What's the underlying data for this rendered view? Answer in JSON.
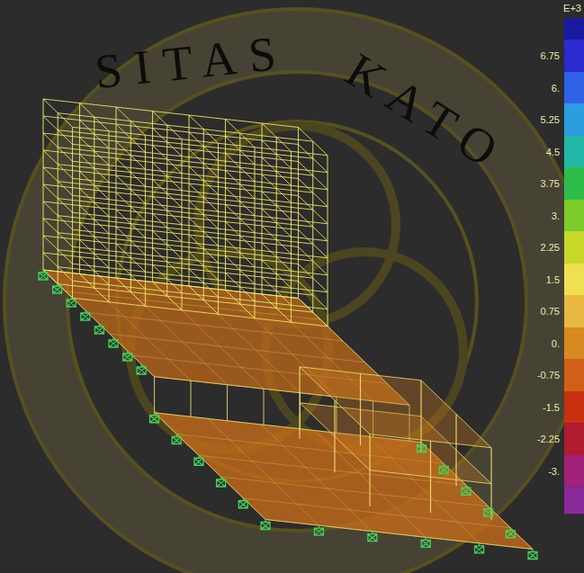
{
  "diagram": {
    "labels": [
      "E+3",
      "SITAS",
      "KATO"
    ],
    "legend": [
      {
        "text": "6.75",
        "color": "#2b2bd0"
      },
      {
        "text": "6.",
        "color": "#2f62e6"
      },
      {
        "text": "5.25",
        "color": "#2c9ee0"
      },
      {
        "text": "4.5",
        "color": "#22b8a8"
      },
      {
        "text": "3.75",
        "color": "#2ebd4a"
      },
      {
        "text": "3.",
        "color": "#7ccc2a"
      },
      {
        "text": "2.25",
        "color": "#c8d828"
      },
      {
        "text": "1.5",
        "color": "#eee050"
      },
      {
        "text": "0.75",
        "color": "#e8b840"
      },
      {
        "text": "0.",
        "color": "#d88a20"
      },
      {
        "text": "-0.75",
        "color": "#d06018"
      },
      {
        "text": "-1.5",
        "color": "#c83010"
      },
      {
        "text": "-2.25",
        "color": "#b01c30"
      },
      {
        "text": "-3.",
        "color": "#a0207a"
      }
    ]
  }
}
